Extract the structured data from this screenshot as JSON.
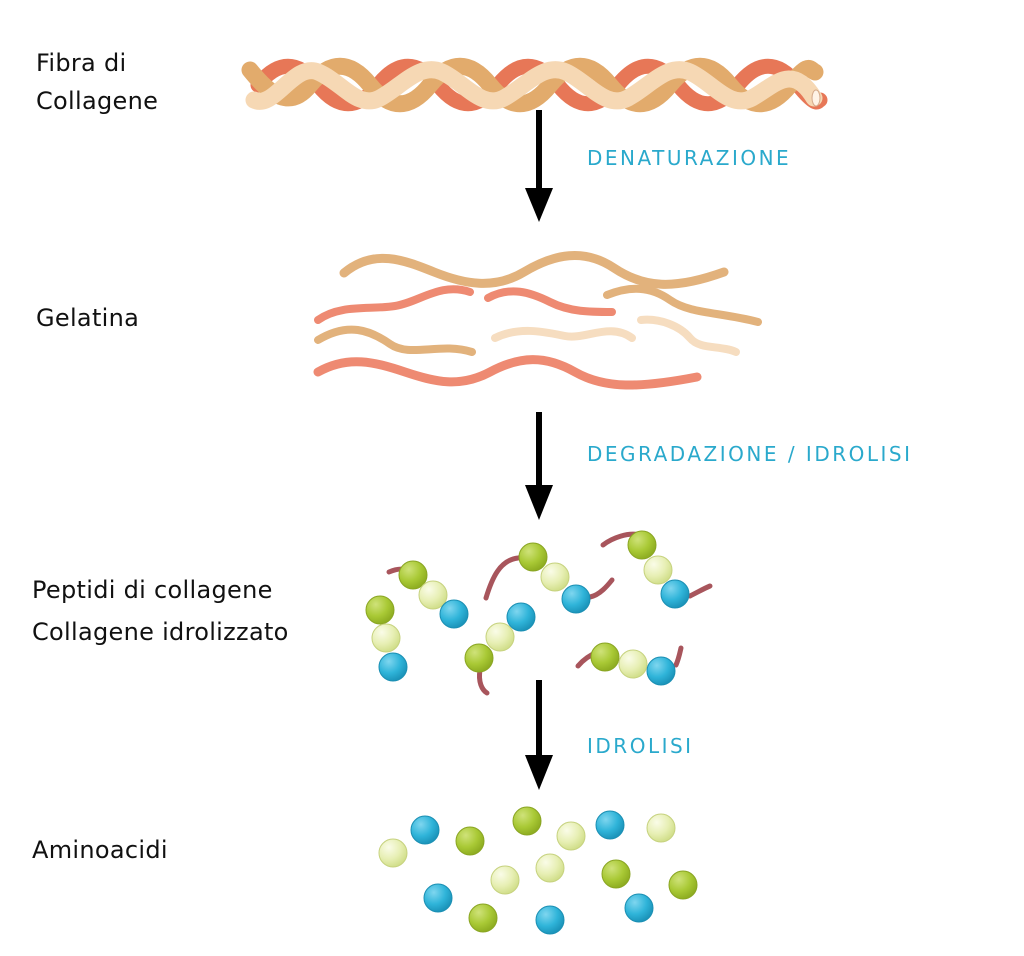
{
  "stages": [
    {
      "id": "collagen-fiber",
      "lines": [
        "Fibra di",
        "Collagene"
      ]
    },
    {
      "id": "gelatin",
      "lines": [
        "Gelatina"
      ]
    },
    {
      "id": "peptides",
      "lines": [
        "Peptidi di collagene",
        "Collagene idrolizzato"
      ]
    },
    {
      "id": "amino-acids",
      "lines": [
        "Aminoacidi"
      ]
    }
  ],
  "steps": [
    {
      "id": "denaturation",
      "label": "DENATURAZIONE"
    },
    {
      "id": "degradation",
      "label": "DEGRADAZIONE / IDROLISI"
    },
    {
      "id": "hydrolysis",
      "label": "IDROLISI"
    }
  ],
  "colors": {
    "step_text": "#2aa9cc",
    "arrow": "#000000",
    "strand_tan": "#e2b27c",
    "strand_salmon": "#ee8a72",
    "strand_cream": "#f6ddc0",
    "bead_green": "#a9c935",
    "bead_pale": "#e7efb4",
    "bead_blue": "#2fb4d9",
    "peptide_tail": "#a8555c"
  }
}
